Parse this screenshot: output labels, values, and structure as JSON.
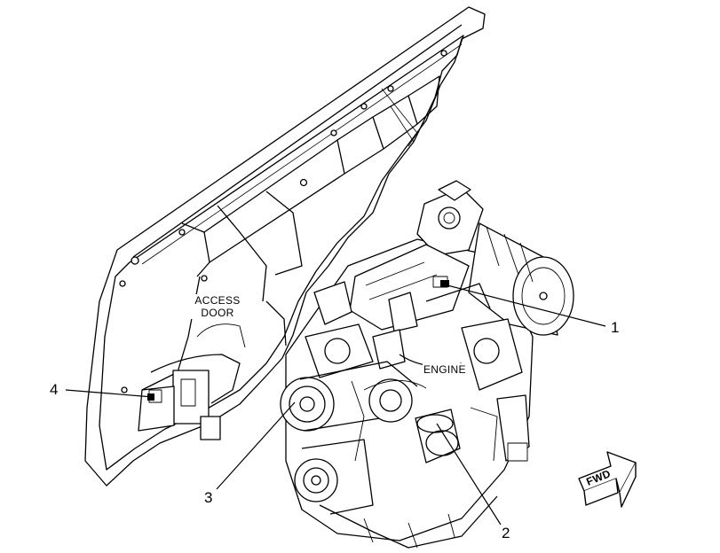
{
  "labels": {
    "callout_1": "1",
    "callout_2": "2",
    "callout_3": "3",
    "callout_4": "4",
    "access_door_line1": "ACCESS",
    "access_door_line2": "DOOR",
    "engine": "ENGINE",
    "forward_arrow": "FWD"
  },
  "colors": {
    "line": "#000000",
    "fill": "#ffffff"
  }
}
